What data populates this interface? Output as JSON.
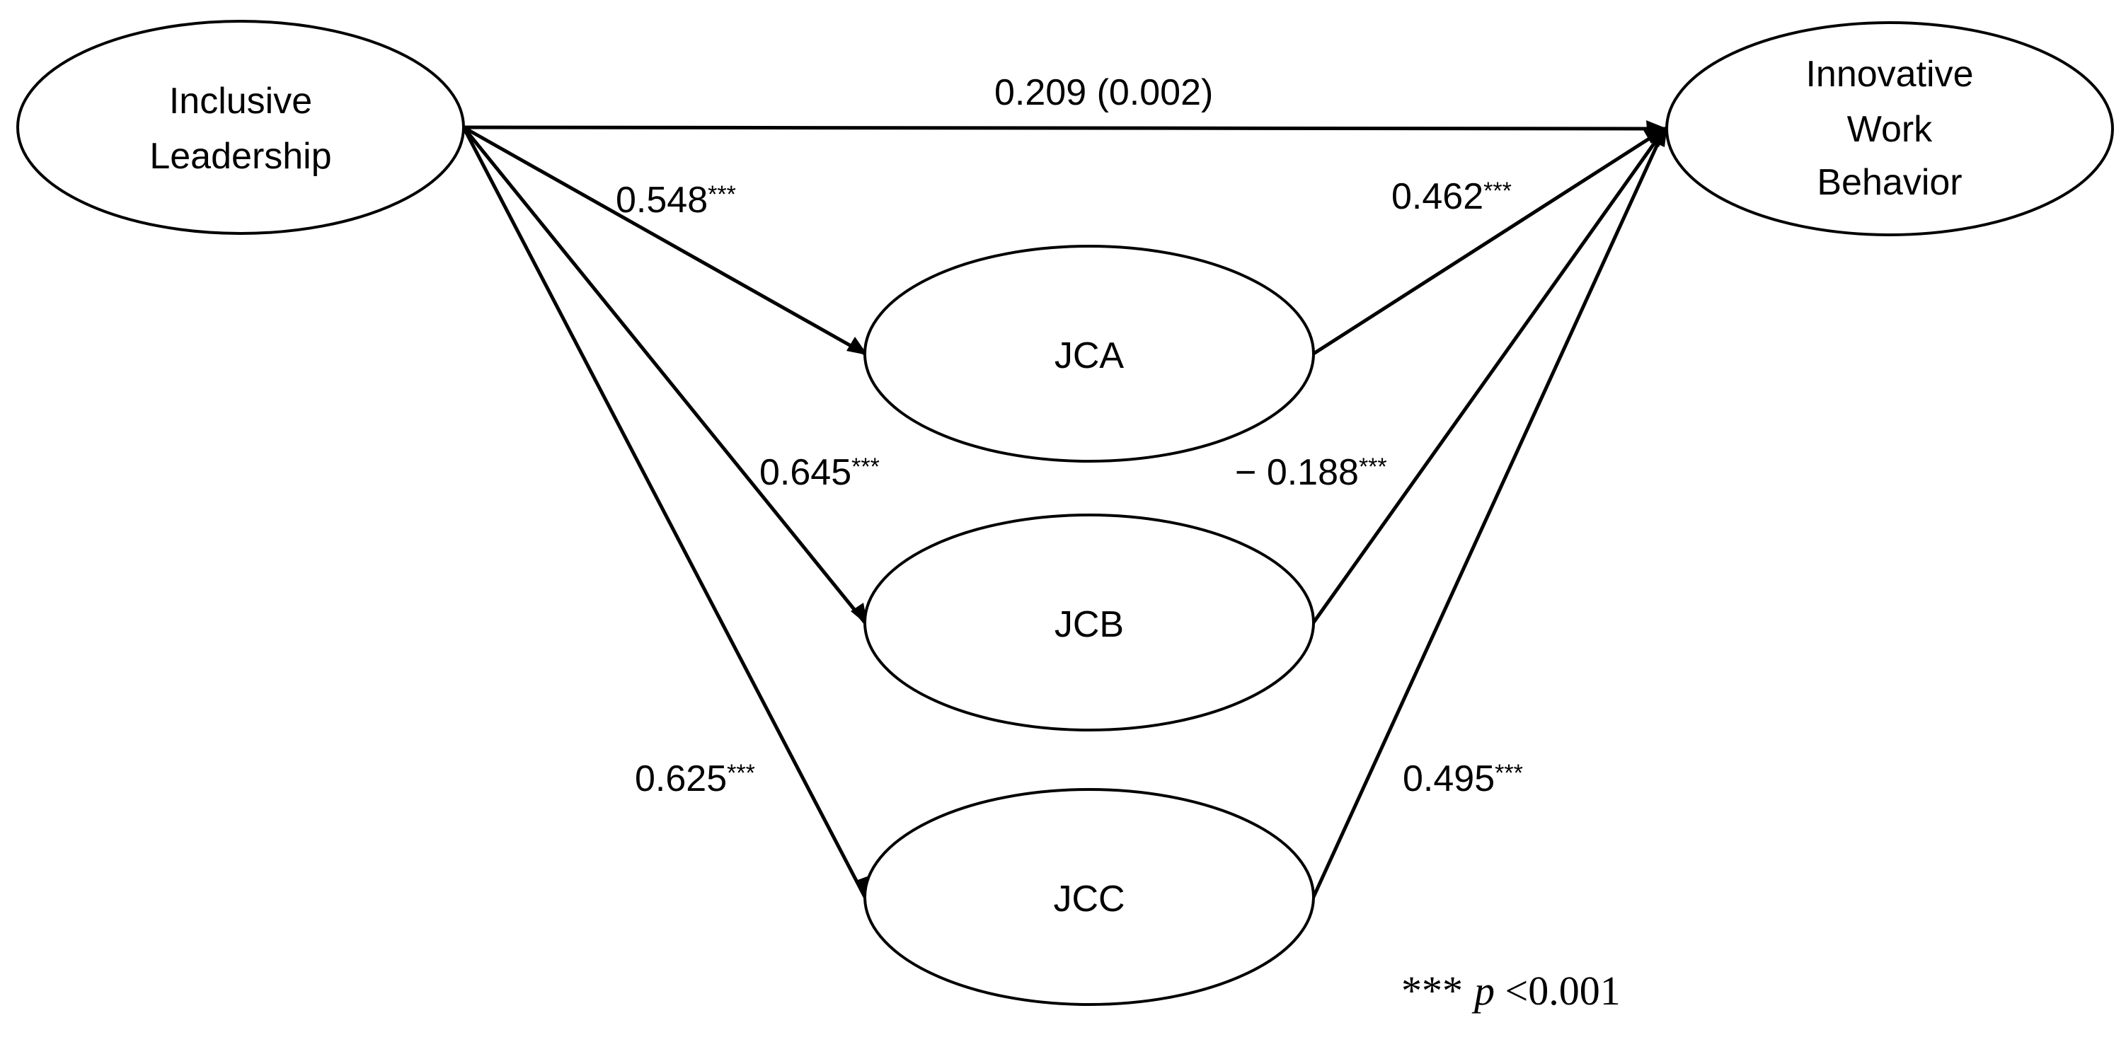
{
  "nodes": {
    "inclusive_leadership": {
      "lines": [
        "Inclusive",
        "Leadership"
      ]
    },
    "innovative_work_behavior": {
      "lines": [
        "Innovative",
        "Work",
        "Behavior"
      ]
    },
    "jca": {
      "lines": [
        "JCA"
      ]
    },
    "jcb": {
      "lines": [
        "JCB"
      ]
    },
    "jcc": {
      "lines": [
        "JCC"
      ]
    }
  },
  "edges": {
    "il_iwb": {
      "from": "Inclusive Leadership",
      "to": "Innovative Work Behavior",
      "value": "0.209 (0.002)",
      "stars": ""
    },
    "il_jca": {
      "from": "Inclusive Leadership",
      "to": "JCA",
      "value": "0.548",
      "stars": "***"
    },
    "il_jcb": {
      "from": "Inclusive Leadership",
      "to": "JCB",
      "value": "0.645",
      "stars": "***"
    },
    "il_jcc": {
      "from": "Inclusive Leadership",
      "to": "JCC",
      "value": "0.625",
      "stars": "***"
    },
    "jca_iwb": {
      "from": "JCA",
      "to": "Innovative Work Behavior",
      "value": "0.462",
      "stars": "***"
    },
    "jcb_iwb": {
      "from": "JCB",
      "to": "Innovative Work Behavior",
      "value": "− 0.188",
      "stars": "***"
    },
    "jcc_iwb": {
      "from": "JCC",
      "to": "Innovative Work Behavior",
      "value": "0.495",
      "stars": "***"
    }
  },
  "footnote": {
    "stars": "***",
    "p": "p",
    "rest": " <0.001"
  }
}
